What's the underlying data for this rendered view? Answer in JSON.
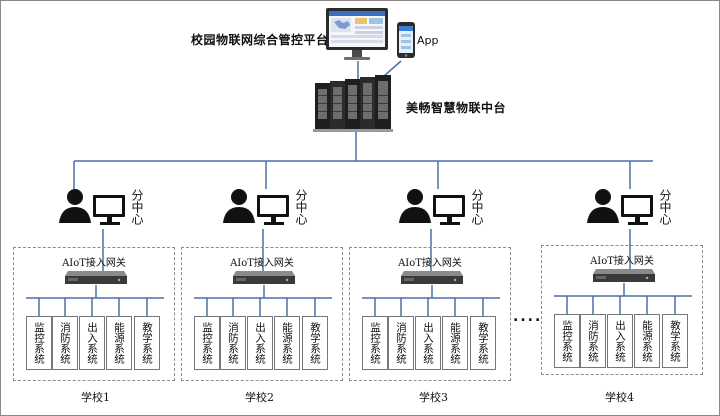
{
  "platform": {
    "title": "校园物联网综合管控平台",
    "app_label": "App"
  },
  "hub": {
    "title": "美畅智慧物联中台"
  },
  "center_label": "分中心",
  "gateway_label": "AIoT接入网关",
  "systems": [
    "监控系统",
    "消防系统",
    "出入系统",
    "能源系统",
    "教学系统"
  ],
  "schools": [
    "学校1",
    "学校2",
    "学校3",
    "学校4"
  ],
  "ellipsis": "....",
  "colors": {
    "network_line": "#4a6fa5",
    "dashed_border": "#8c8c8c"
  }
}
